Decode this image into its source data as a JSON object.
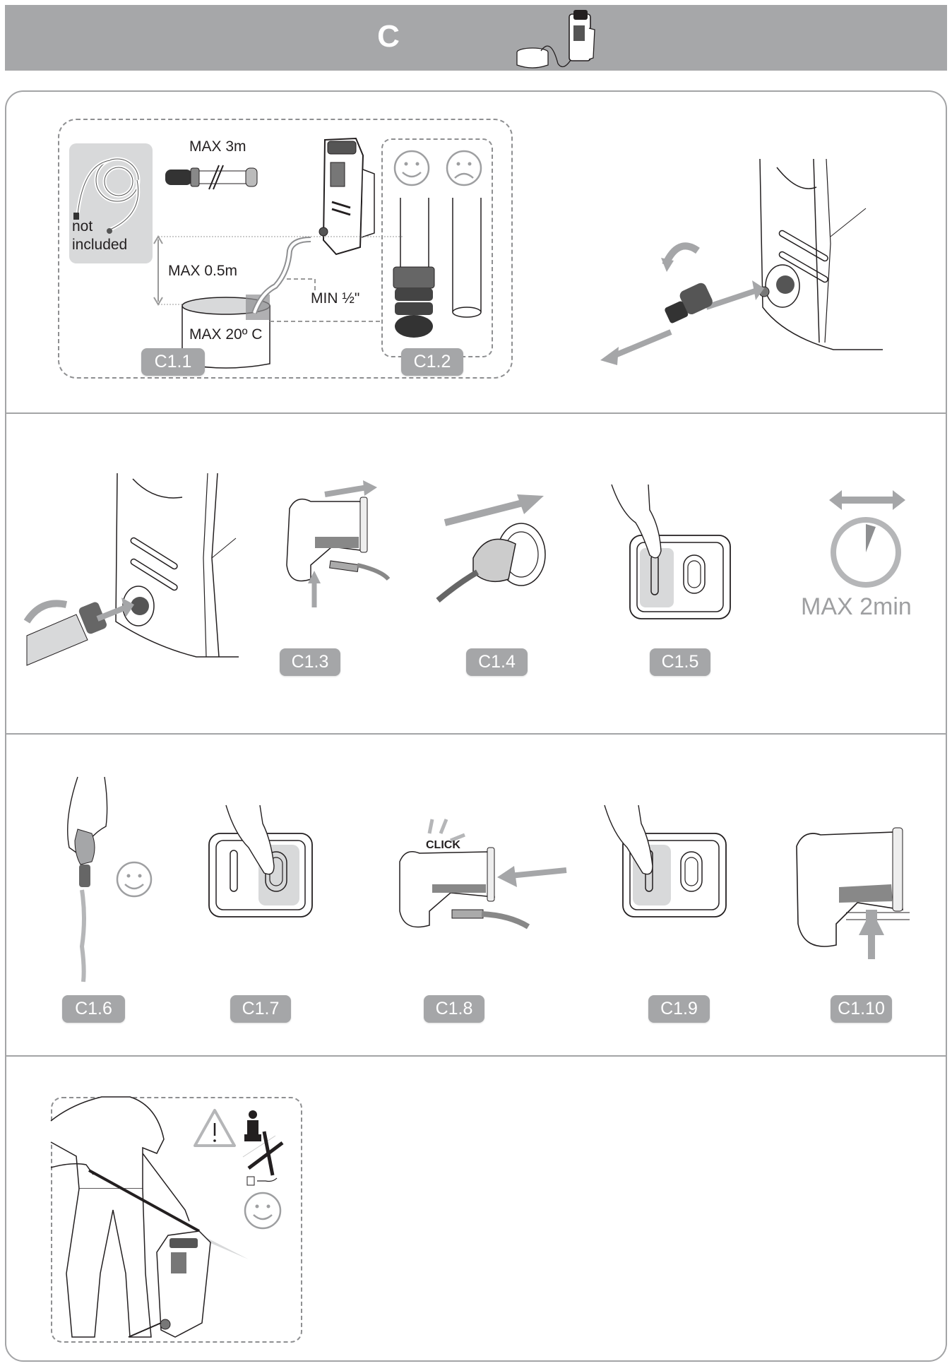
{
  "header": {
    "section_letter": "C",
    "icon": "pressure-washer-with-bucket-icon"
  },
  "colors": {
    "header_bg": "#a6a7a9",
    "badge_bg": "#a5a6a8",
    "badge_text": "#ffffff",
    "panel_border": "#a3a4a6",
    "arrow_gray": "#a5a6a8",
    "highlight_gray": "#d8d9da"
  },
  "row1": {
    "step_c1_1": {
      "badge": "C1.1",
      "not_included_line1": "not",
      "not_included_line2": "included",
      "hose_length": "MAX 3m",
      "height_limit": "MAX 0.5m",
      "hose_diameter": "MIN ½\"",
      "water_temp": "MAX 20º C"
    },
    "step_c1_2": {
      "badge": "C1.2",
      "good_icon": "smiley-face-icon",
      "bad_icon": "frown-face-icon"
    },
    "connector_illustration": "inlet-connector-twist-icon"
  },
  "row2": {
    "steps": [
      {
        "badge": "",
        "icon": "hose-connect-to-inlet-icon"
      },
      {
        "badge": "C1.3",
        "icon": "spray-gun-attach-lance-icon"
      },
      {
        "badge": "C1.4",
        "icon": "plug-into-socket-icon"
      },
      {
        "badge": "C1.5",
        "icon": "switch-press-on-icon"
      },
      {
        "badge": "",
        "icon": "timer-icon",
        "caption": "MAX 2min"
      }
    ]
  },
  "row3": {
    "steps": [
      {
        "badge": "C1.6",
        "icon": "hand-hose-water-flow-icon"
      },
      {
        "badge": "C1.7",
        "icon": "switch-press-off-icon"
      },
      {
        "badge": "C1.8",
        "icon": "spray-gun-click-lance-icon",
        "sound_text": "CLICK"
      },
      {
        "badge": "C1.9",
        "icon": "switch-press-on-icon"
      },
      {
        "badge": "C1.10",
        "icon": "spray-gun-trigger-lock-icon"
      }
    ]
  },
  "row4": {
    "icon": "person-operating-pressure-washer-icon",
    "warning_icon": "warning-triangle-icon",
    "prohibited_icon": "do-not-spray-people-animals-electrics-icon",
    "ok_icon": "smiley-face-icon"
  }
}
